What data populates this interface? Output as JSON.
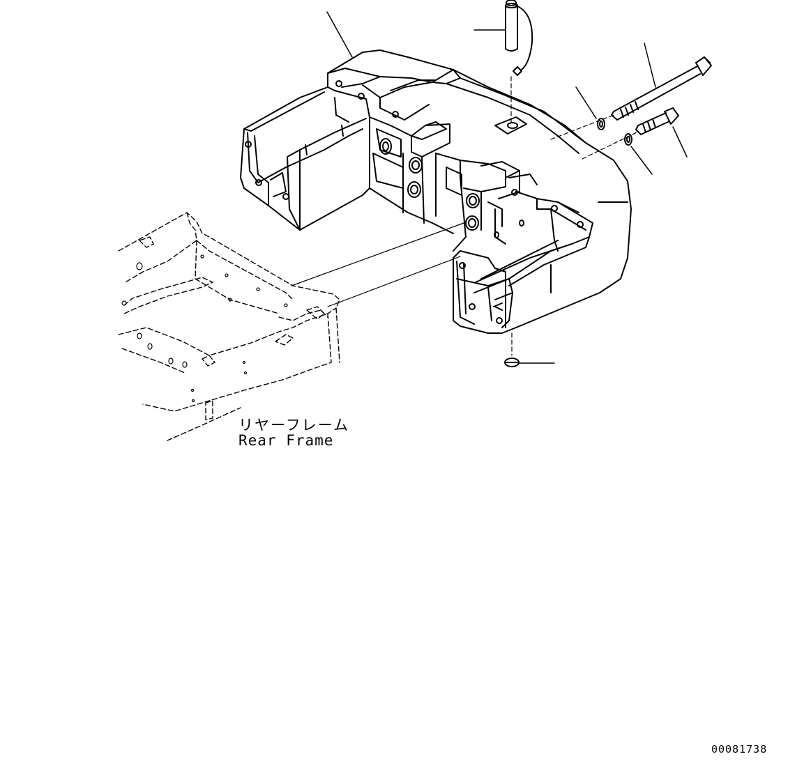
{
  "diagram": {
    "frame_label_jp": "リヤーフレーム",
    "frame_label_en": "Rear Frame",
    "drawing_number": "00081738"
  }
}
